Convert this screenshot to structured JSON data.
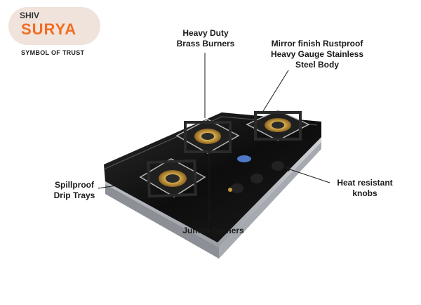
{
  "brand": {
    "line1": "SHIV",
    "line2": "SURYA",
    "tagline": "SYMBOL OF TRUST",
    "badge_color": "#efe3dc",
    "accent_color": "#f26d21"
  },
  "callouts": {
    "burners": [
      "Heavy Duty",
      "Brass Burners"
    ],
    "body": [
      "Mirror finish Rustproof",
      "Heavy Gauge Stainless",
      "Steel Body"
    ],
    "drip": [
      "Spillproof",
      "Drip Trays"
    ],
    "knobs": [
      "Heat resistant",
      "knobs"
    ],
    "jumbo": [
      "Jumbo burners"
    ]
  },
  "product": {
    "image": "stove-3-burner-glass-top",
    "glass_color": "#111111",
    "steel_color": "#b9bcc2",
    "brass_color": "#c89a3c"
  }
}
